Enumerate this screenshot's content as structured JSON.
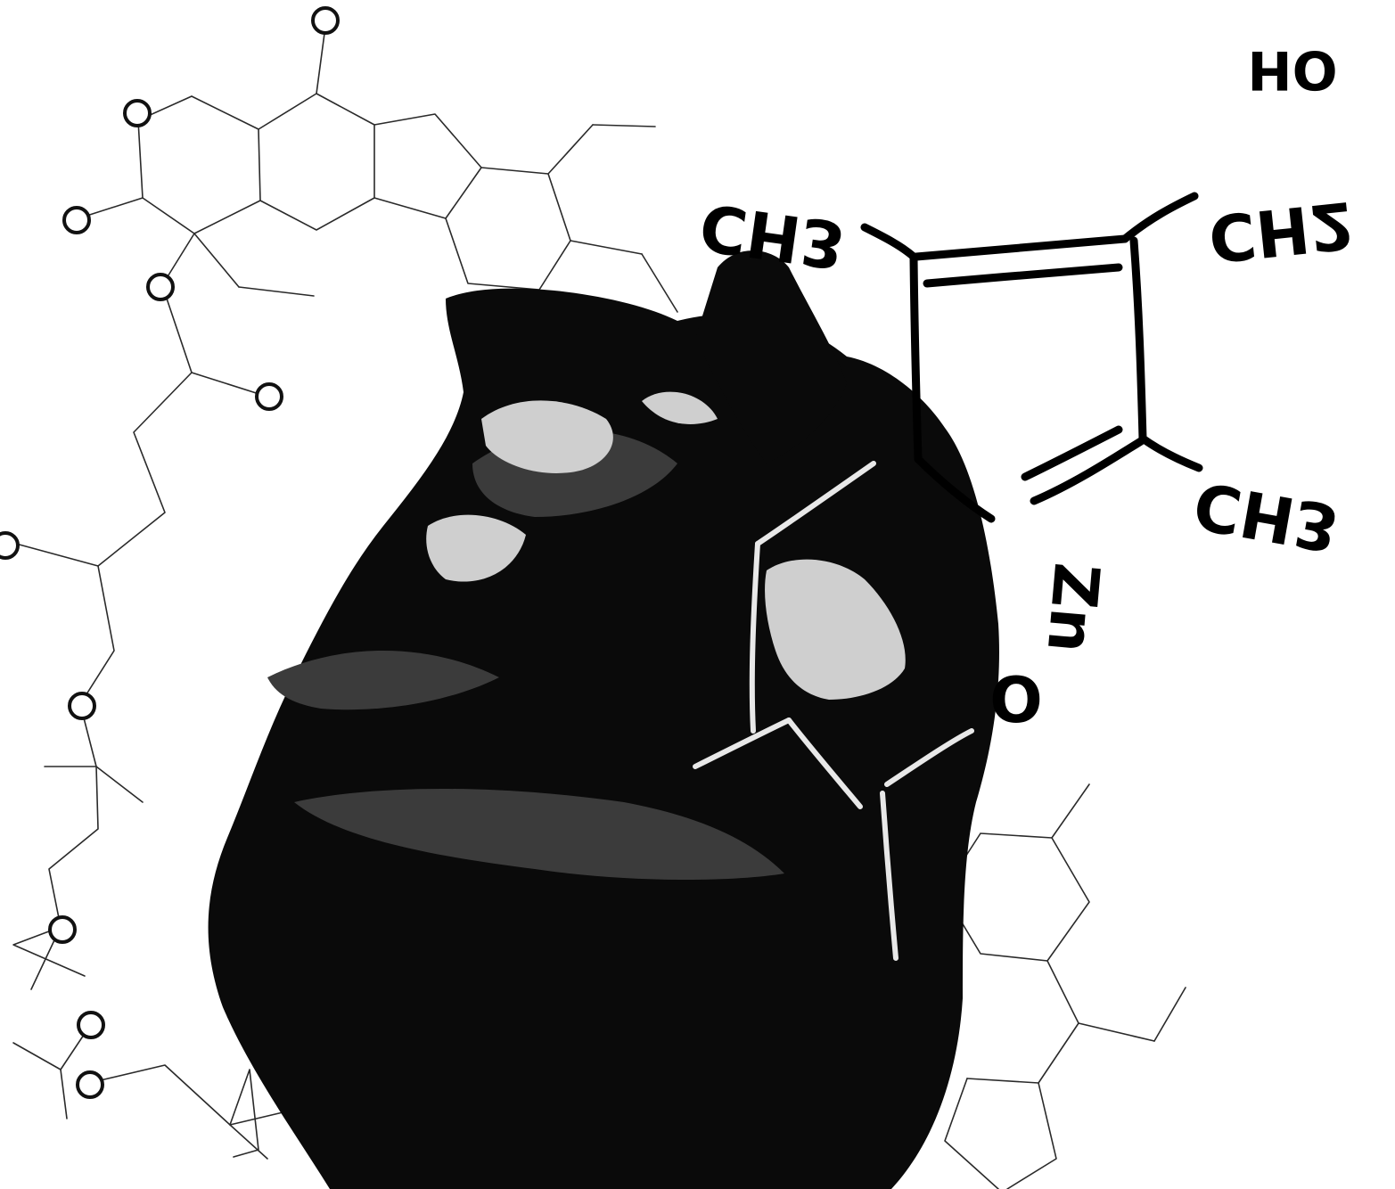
{
  "scene": {
    "background": "#ffffff",
    "ink": "#000000",
    "labels": {
      "top_right": "HO",
      "left_methyl": "CH3",
      "right_methylene": "CH2",
      "right_methyl": "CH3",
      "metal_center": "Zn",
      "oxygen": "O"
    },
    "icons": [
      "hand-icon",
      "marker-pen-icon",
      "molecule-icon"
    ]
  }
}
